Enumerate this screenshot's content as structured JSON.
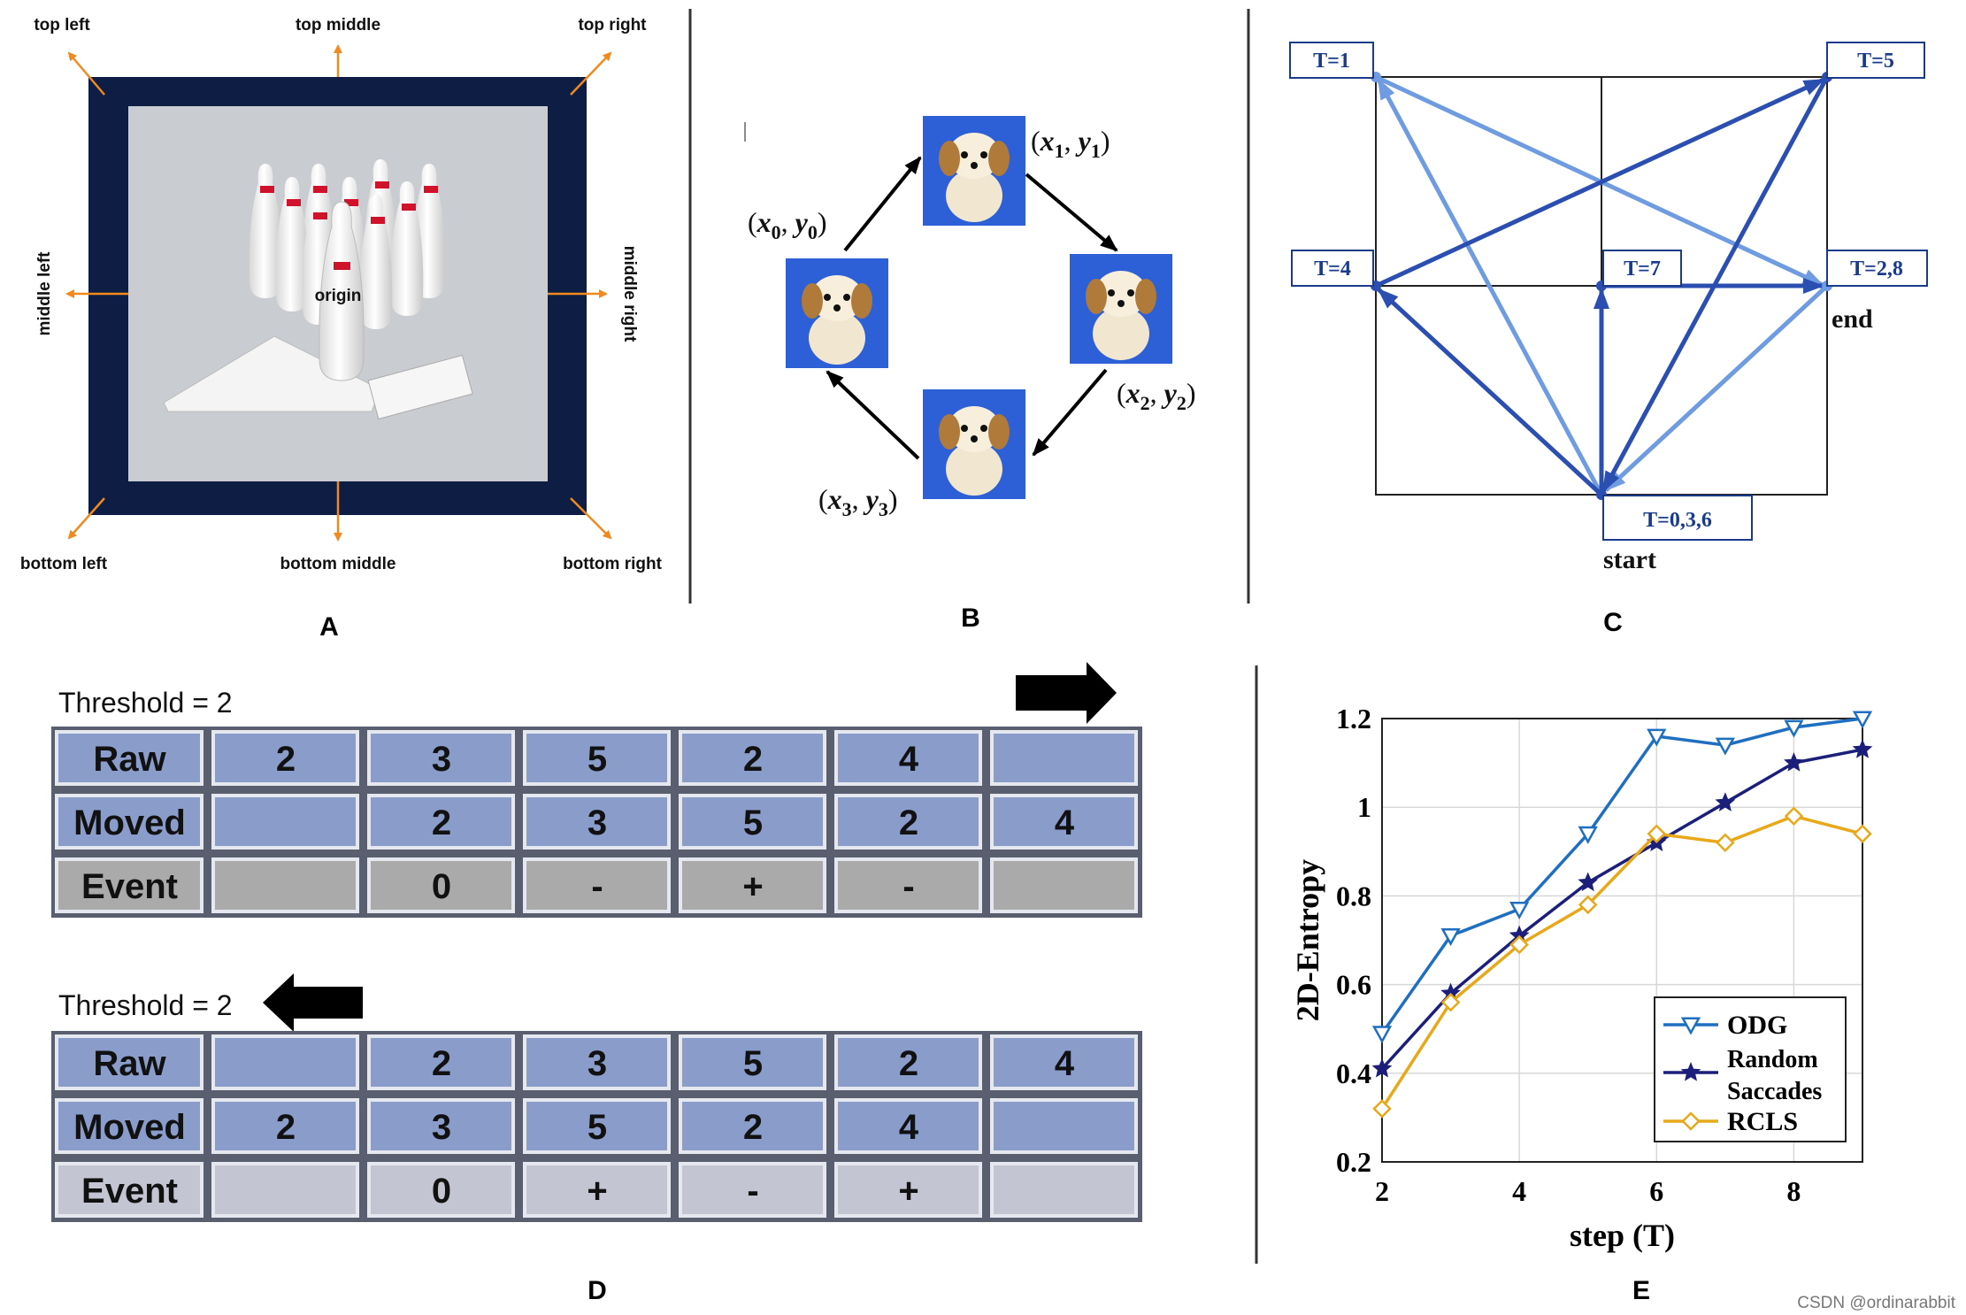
{
  "panel_a": {
    "letter": "A",
    "directions": {
      "top_left": "top left",
      "top_middle": "top middle",
      "top_right": "top right",
      "middle_left": "middle left",
      "middle_right": "middle right",
      "bottom_left": "bottom left",
      "bottom_middle": "bottom middle",
      "bottom_right": "bottom right"
    },
    "origin": "origin",
    "colors": {
      "frame": "#0e1d44",
      "arrow": "#f08a1e",
      "photo_bg": "#c9ccd0"
    }
  },
  "panel_b": {
    "letter": "B",
    "positions": [
      {
        "x": "x",
        "y": "y",
        "sub": "1"
      },
      {
        "x": "x",
        "y": "y",
        "sub": "2"
      },
      {
        "x": "x",
        "y": "y",
        "sub": "3"
      },
      {
        "x": "x",
        "y": "y",
        "sub": "0"
      }
    ]
  },
  "panel_c": {
    "letter": "C",
    "labels": {
      "t1": "T=1",
      "t5": "T=5",
      "t4": "T=4",
      "t7": "T=7",
      "t28": "T=2,8",
      "t036": "T=0,3,6",
      "end": "end",
      "start": "start"
    },
    "colors": {
      "light": "#6f9be0",
      "dark": "#2b4fb0",
      "grid": "#222222"
    }
  },
  "panel_d": {
    "letter": "D",
    "top": {
      "threshold": "Threshold = 2",
      "rows": [
        {
          "name": "Raw",
          "cells": [
            "2",
            "3",
            "5",
            "2",
            "4",
            ""
          ]
        },
        {
          "name": "Moved",
          "cells": [
            "",
            "2",
            "3",
            "5",
            "2",
            "4"
          ]
        },
        {
          "name": "Event",
          "cells": [
            "",
            "0",
            "-",
            "+",
            "-",
            ""
          ]
        }
      ]
    },
    "bottom": {
      "threshold": "Threshold = 2",
      "rows": [
        {
          "name": "Raw",
          "cells": [
            "",
            "2",
            "3",
            "5",
            "2",
            "4"
          ]
        },
        {
          "name": "Moved",
          "cells": [
            "2",
            "3",
            "5",
            "2",
            "4",
            ""
          ]
        },
        {
          "name": "Event",
          "cells": [
            "",
            "0",
            "+",
            "-",
            "+",
            ""
          ]
        }
      ]
    },
    "colors": {
      "blue_cell": "#8a9cc9",
      "grey_top": "#aaaaaa",
      "grey_bottom": "#c3c5d2"
    }
  },
  "chart_data": {
    "type": "line",
    "letter": "E",
    "xlabel": "step (T)",
    "ylabel": "2D-Entropy",
    "x": [
      2,
      3,
      4,
      5,
      6,
      7,
      8,
      9
    ],
    "xticks": [
      "2",
      "4",
      "6",
      "8"
    ],
    "yticks": [
      "0.2",
      "0.4",
      "0.6",
      "0.8",
      "1",
      "1.2"
    ],
    "xlim": [
      2,
      9
    ],
    "ylim": [
      0.2,
      1.2
    ],
    "grid": true,
    "legend_position": "bottom-right",
    "series": [
      {
        "name": "ODG",
        "color": "#1f6fc0",
        "marker": "triangle-down",
        "values": [
          0.49,
          0.71,
          0.77,
          0.94,
          1.16,
          1.14,
          1.18,
          1.2
        ]
      },
      {
        "name": "Random Saccades",
        "color": "#1c1f7a",
        "marker": "star",
        "values": [
          0.41,
          0.58,
          0.71,
          0.83,
          0.92,
          1.01,
          1.1,
          1.13
        ]
      },
      {
        "name": "RCLS",
        "color": "#e7a81a",
        "marker": "diamond",
        "values": [
          0.32,
          0.56,
          0.69,
          0.78,
          0.94,
          0.92,
          0.98,
          0.94
        ]
      }
    ]
  },
  "watermark": "CSDN @ordinarabbit"
}
